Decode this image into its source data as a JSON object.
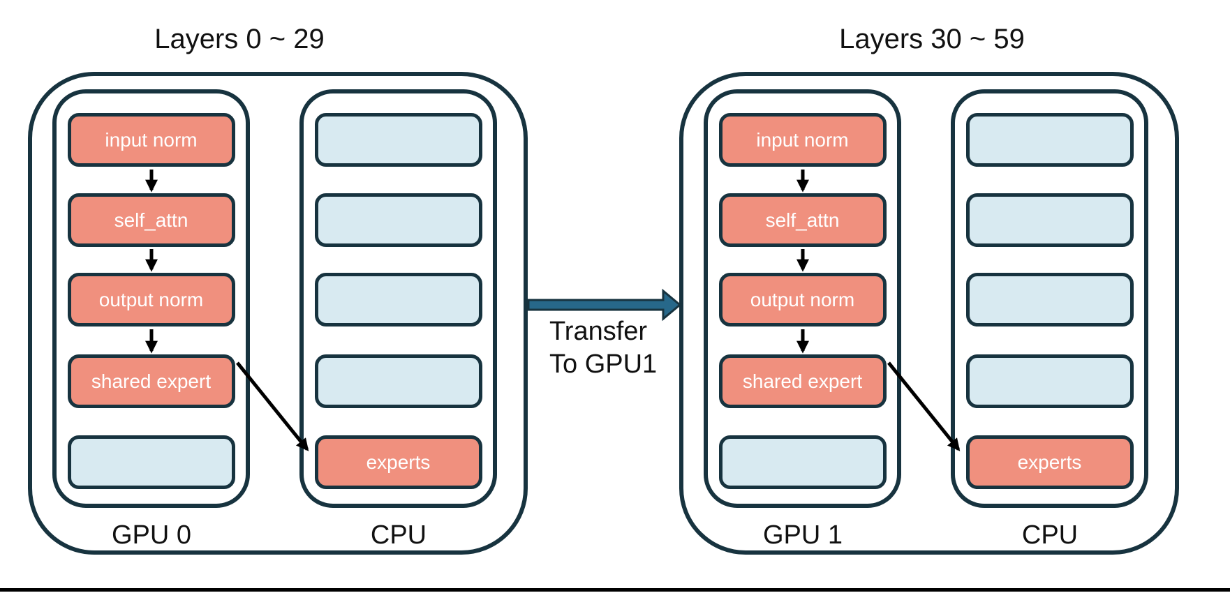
{
  "groups": [
    {
      "title": "Layers 0 ~ 29",
      "gpu": {
        "label": "GPU 0",
        "blocks": [
          {
            "label": "input norm",
            "type": "module"
          },
          {
            "label": "self_attn",
            "type": "module"
          },
          {
            "label": "output norm",
            "type": "module"
          },
          {
            "label": "shared expert",
            "type": "module"
          },
          {
            "label": "",
            "type": "empty"
          }
        ]
      },
      "cpu": {
        "label": "CPU",
        "blocks": [
          {
            "label": "",
            "type": "empty"
          },
          {
            "label": "",
            "type": "empty"
          },
          {
            "label": "",
            "type": "empty"
          },
          {
            "label": "",
            "type": "empty"
          },
          {
            "label": "experts",
            "type": "module"
          }
        ]
      }
    },
    {
      "title": "Layers 30 ~ 59",
      "gpu": {
        "label": "GPU 1",
        "blocks": [
          {
            "label": "input norm",
            "type": "module"
          },
          {
            "label": "self_attn",
            "type": "module"
          },
          {
            "label": "output norm",
            "type": "module"
          },
          {
            "label": "shared expert",
            "type": "module"
          },
          {
            "label": "",
            "type": "empty"
          }
        ]
      },
      "cpu": {
        "label": "CPU",
        "blocks": [
          {
            "label": "",
            "type": "empty"
          },
          {
            "label": "",
            "type": "empty"
          },
          {
            "label": "",
            "type": "empty"
          },
          {
            "label": "",
            "type": "empty"
          },
          {
            "label": "experts",
            "type": "module"
          }
        ]
      }
    }
  ],
  "transfer": {
    "line1": "Transfer",
    "line2": "To GPU1"
  },
  "colors": {
    "module_fill": "#F0907E",
    "empty_fill": "#D8EAF1",
    "outline": "#17333F",
    "transfer_arrow": "#27688A",
    "connector": "#000000"
  }
}
